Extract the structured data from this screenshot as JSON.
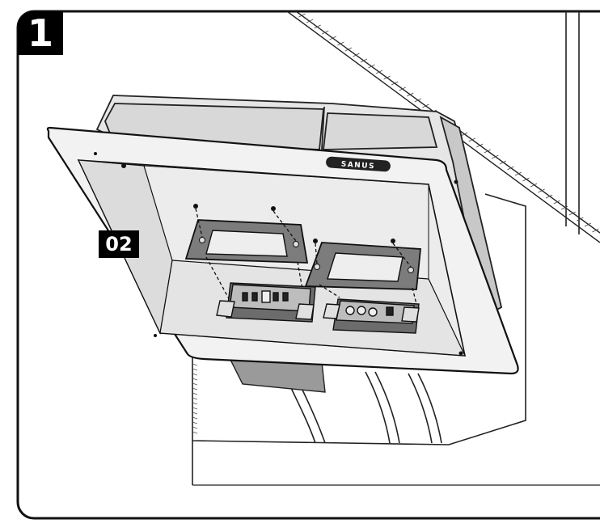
{
  "step": {
    "number": "1"
  },
  "callout": {
    "label": "02"
  },
  "device": {
    "brand": "SANUS"
  }
}
